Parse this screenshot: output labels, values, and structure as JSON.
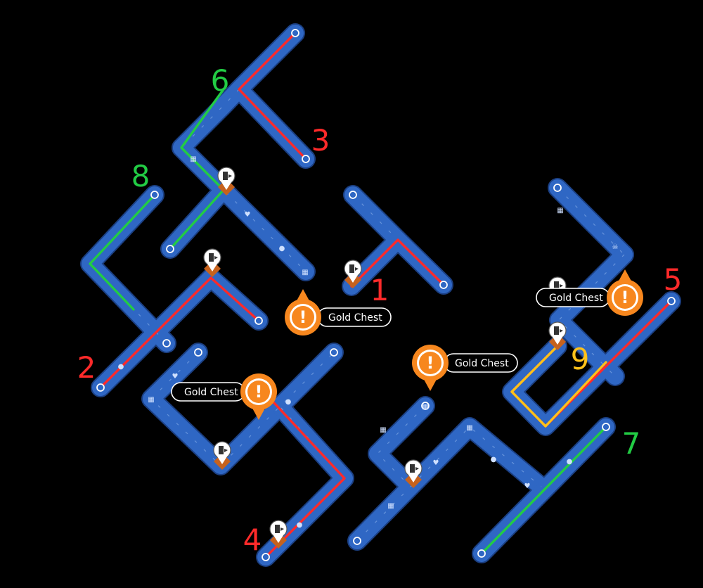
{
  "map": {
    "colors": {
      "background": "#000000",
      "track": "#2f67c4",
      "route_red": "#ff2a2a",
      "route_green": "#22cc44",
      "route_yellow": "#ffc21a",
      "alert": "#f7871e",
      "entrance_base": "#c6621d"
    },
    "route_numbers": [
      {
        "id": "1",
        "label": "1",
        "color": "#ff2a2a"
      },
      {
        "id": "2",
        "label": "2",
        "color": "#ff2a2a"
      },
      {
        "id": "3",
        "label": "3",
        "color": "#ff2a2a"
      },
      {
        "id": "4",
        "label": "4",
        "color": "#ff2a2a"
      },
      {
        "id": "5",
        "label": "5",
        "color": "#ff2a2a"
      },
      {
        "id": "6",
        "label": "6",
        "color": "#22cc44"
      },
      {
        "id": "7",
        "label": "7",
        "color": "#22cc44"
      },
      {
        "id": "8",
        "label": "8",
        "color": "#22cc44"
      },
      {
        "id": "9",
        "label": "9",
        "color": "#ffc21a"
      }
    ],
    "chests": [
      {
        "id": "a",
        "label": "Gold Chest",
        "icon": "exclamation-alert-icon",
        "glyph": "!"
      },
      {
        "id": "b",
        "label": "Gold Chest",
        "icon": "exclamation-alert-icon",
        "glyph": "!"
      },
      {
        "id": "c",
        "label": "Gold Chest",
        "icon": "exclamation-alert-icon",
        "glyph": "!"
      },
      {
        "id": "d",
        "label": "Gold Chest",
        "icon": "exclamation-alert-icon",
        "glyph": "!"
      }
    ],
    "entrance_icon": "exit-door-pin-icon",
    "endpoint_icon": "ring-endpoint-icon",
    "trail_icons": [
      "heart-icon",
      "bomb-icon",
      "chest-icon",
      "sword-icon"
    ]
  }
}
